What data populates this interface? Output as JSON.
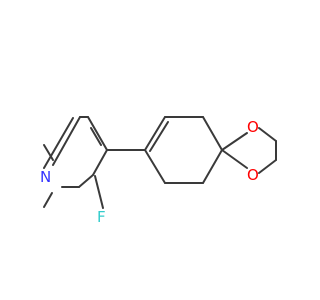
{
  "molecule": {
    "atoms": {
      "nitrogen": {
        "symbol": "N",
        "color": "#3333ff"
      },
      "fluorine": {
        "symbol": "F",
        "color": "#33cccc"
      },
      "oxygen_top": {
        "symbol": "O",
        "color": "#ff0000"
      },
      "oxygen_bottom": {
        "symbol": "O",
        "color": "#ff0000"
      }
    },
    "bond_color": "#3a3a3a",
    "background": "#ffffff"
  }
}
